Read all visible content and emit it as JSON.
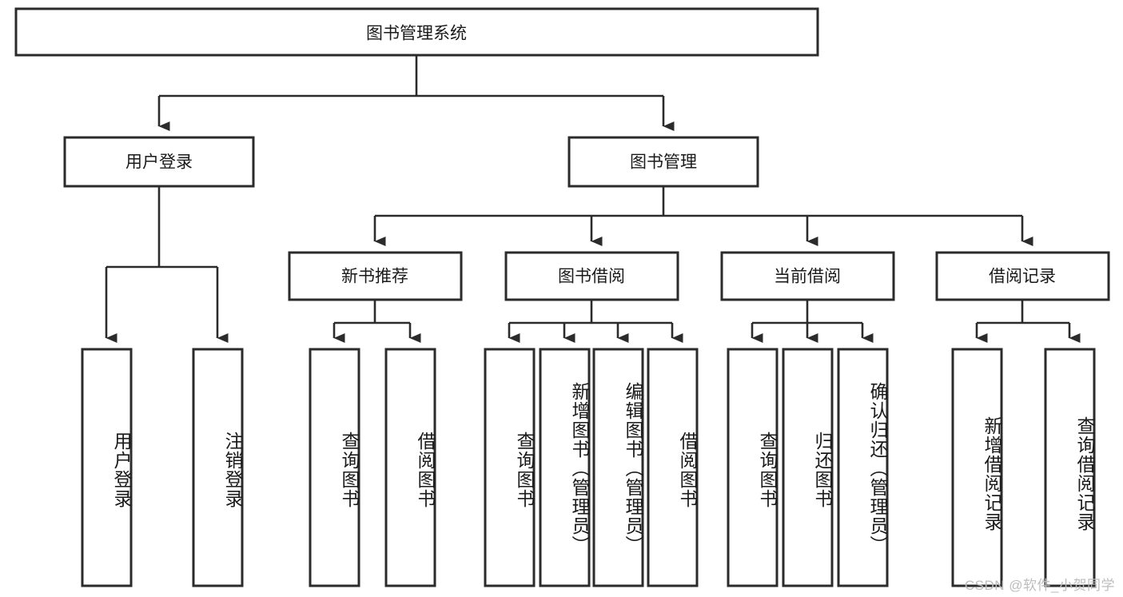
{
  "diagram": {
    "title": "图书管理系统",
    "type": "tree",
    "watermark": "CSDN @软件_小贺同学",
    "colors": {
      "box_stroke": "#2b2b2b",
      "box_fill": "#ffffff",
      "connector": "#2b2b2b",
      "text": "#1a1a1a",
      "watermark": "#bdbdbd"
    },
    "root": {
      "label": "图书管理系统"
    },
    "level2": [
      {
        "label": "用户登录"
      },
      {
        "label": "图书管理"
      }
    ],
    "level3": [
      {
        "label": "新书推荐"
      },
      {
        "label": "图书借阅"
      },
      {
        "label": "当前借阅"
      },
      {
        "label": "借阅记录"
      }
    ],
    "leaves": {
      "user_login": [
        {
          "label": "用户登录"
        },
        {
          "label": "注销登录"
        }
      ],
      "new_book_recommend": [
        {
          "label": "查询图书"
        },
        {
          "label": "借阅图书"
        }
      ],
      "book_borrow": [
        {
          "label": "查询图书"
        },
        {
          "label": "新增图书（管理员）"
        },
        {
          "label": "编辑图书（管理员）"
        },
        {
          "label": "借阅图书"
        }
      ],
      "current_borrow": [
        {
          "label": "查询图书"
        },
        {
          "label": "归还图书"
        },
        {
          "label": "确认归还（管理员）"
        }
      ],
      "borrow_record": [
        {
          "label": "新增借阅记录"
        },
        {
          "label": "查询借阅记录"
        }
      ]
    }
  }
}
